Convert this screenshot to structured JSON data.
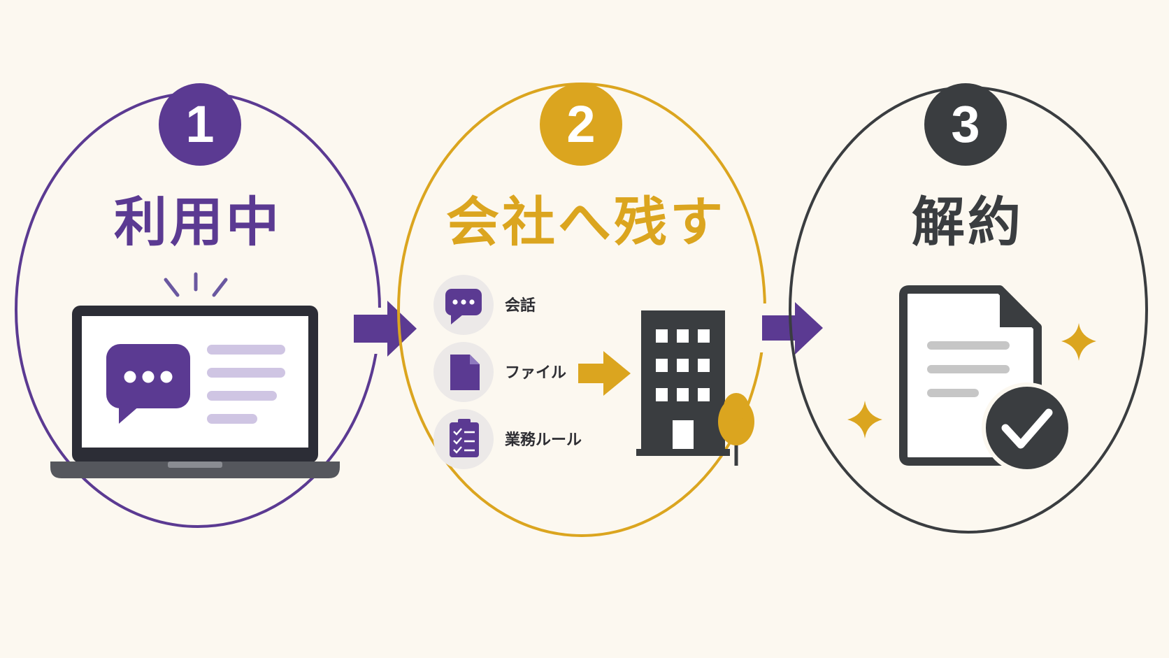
{
  "colors": {
    "background": "#fcf8f0",
    "purple": "#5b3a92",
    "gold": "#dba51f",
    "dark": "#3a3d40",
    "lavender": "#cfc5e3",
    "icon_bg": "#ece9e8"
  },
  "steps": [
    {
      "number": "1",
      "title": "利用中",
      "icon": "laptop-chat-icon"
    },
    {
      "number": "2",
      "title": "会社へ残す",
      "icon": "office-building-icon"
    },
    {
      "number": "3",
      "title": "解約",
      "icon": "document-check-icon"
    }
  ],
  "items": [
    {
      "label": "会話",
      "icon": "chat-bubble-icon"
    },
    {
      "label": "ファイル",
      "icon": "file-icon"
    },
    {
      "label": "業務ルール",
      "icon": "clipboard-checklist-icon"
    }
  ]
}
